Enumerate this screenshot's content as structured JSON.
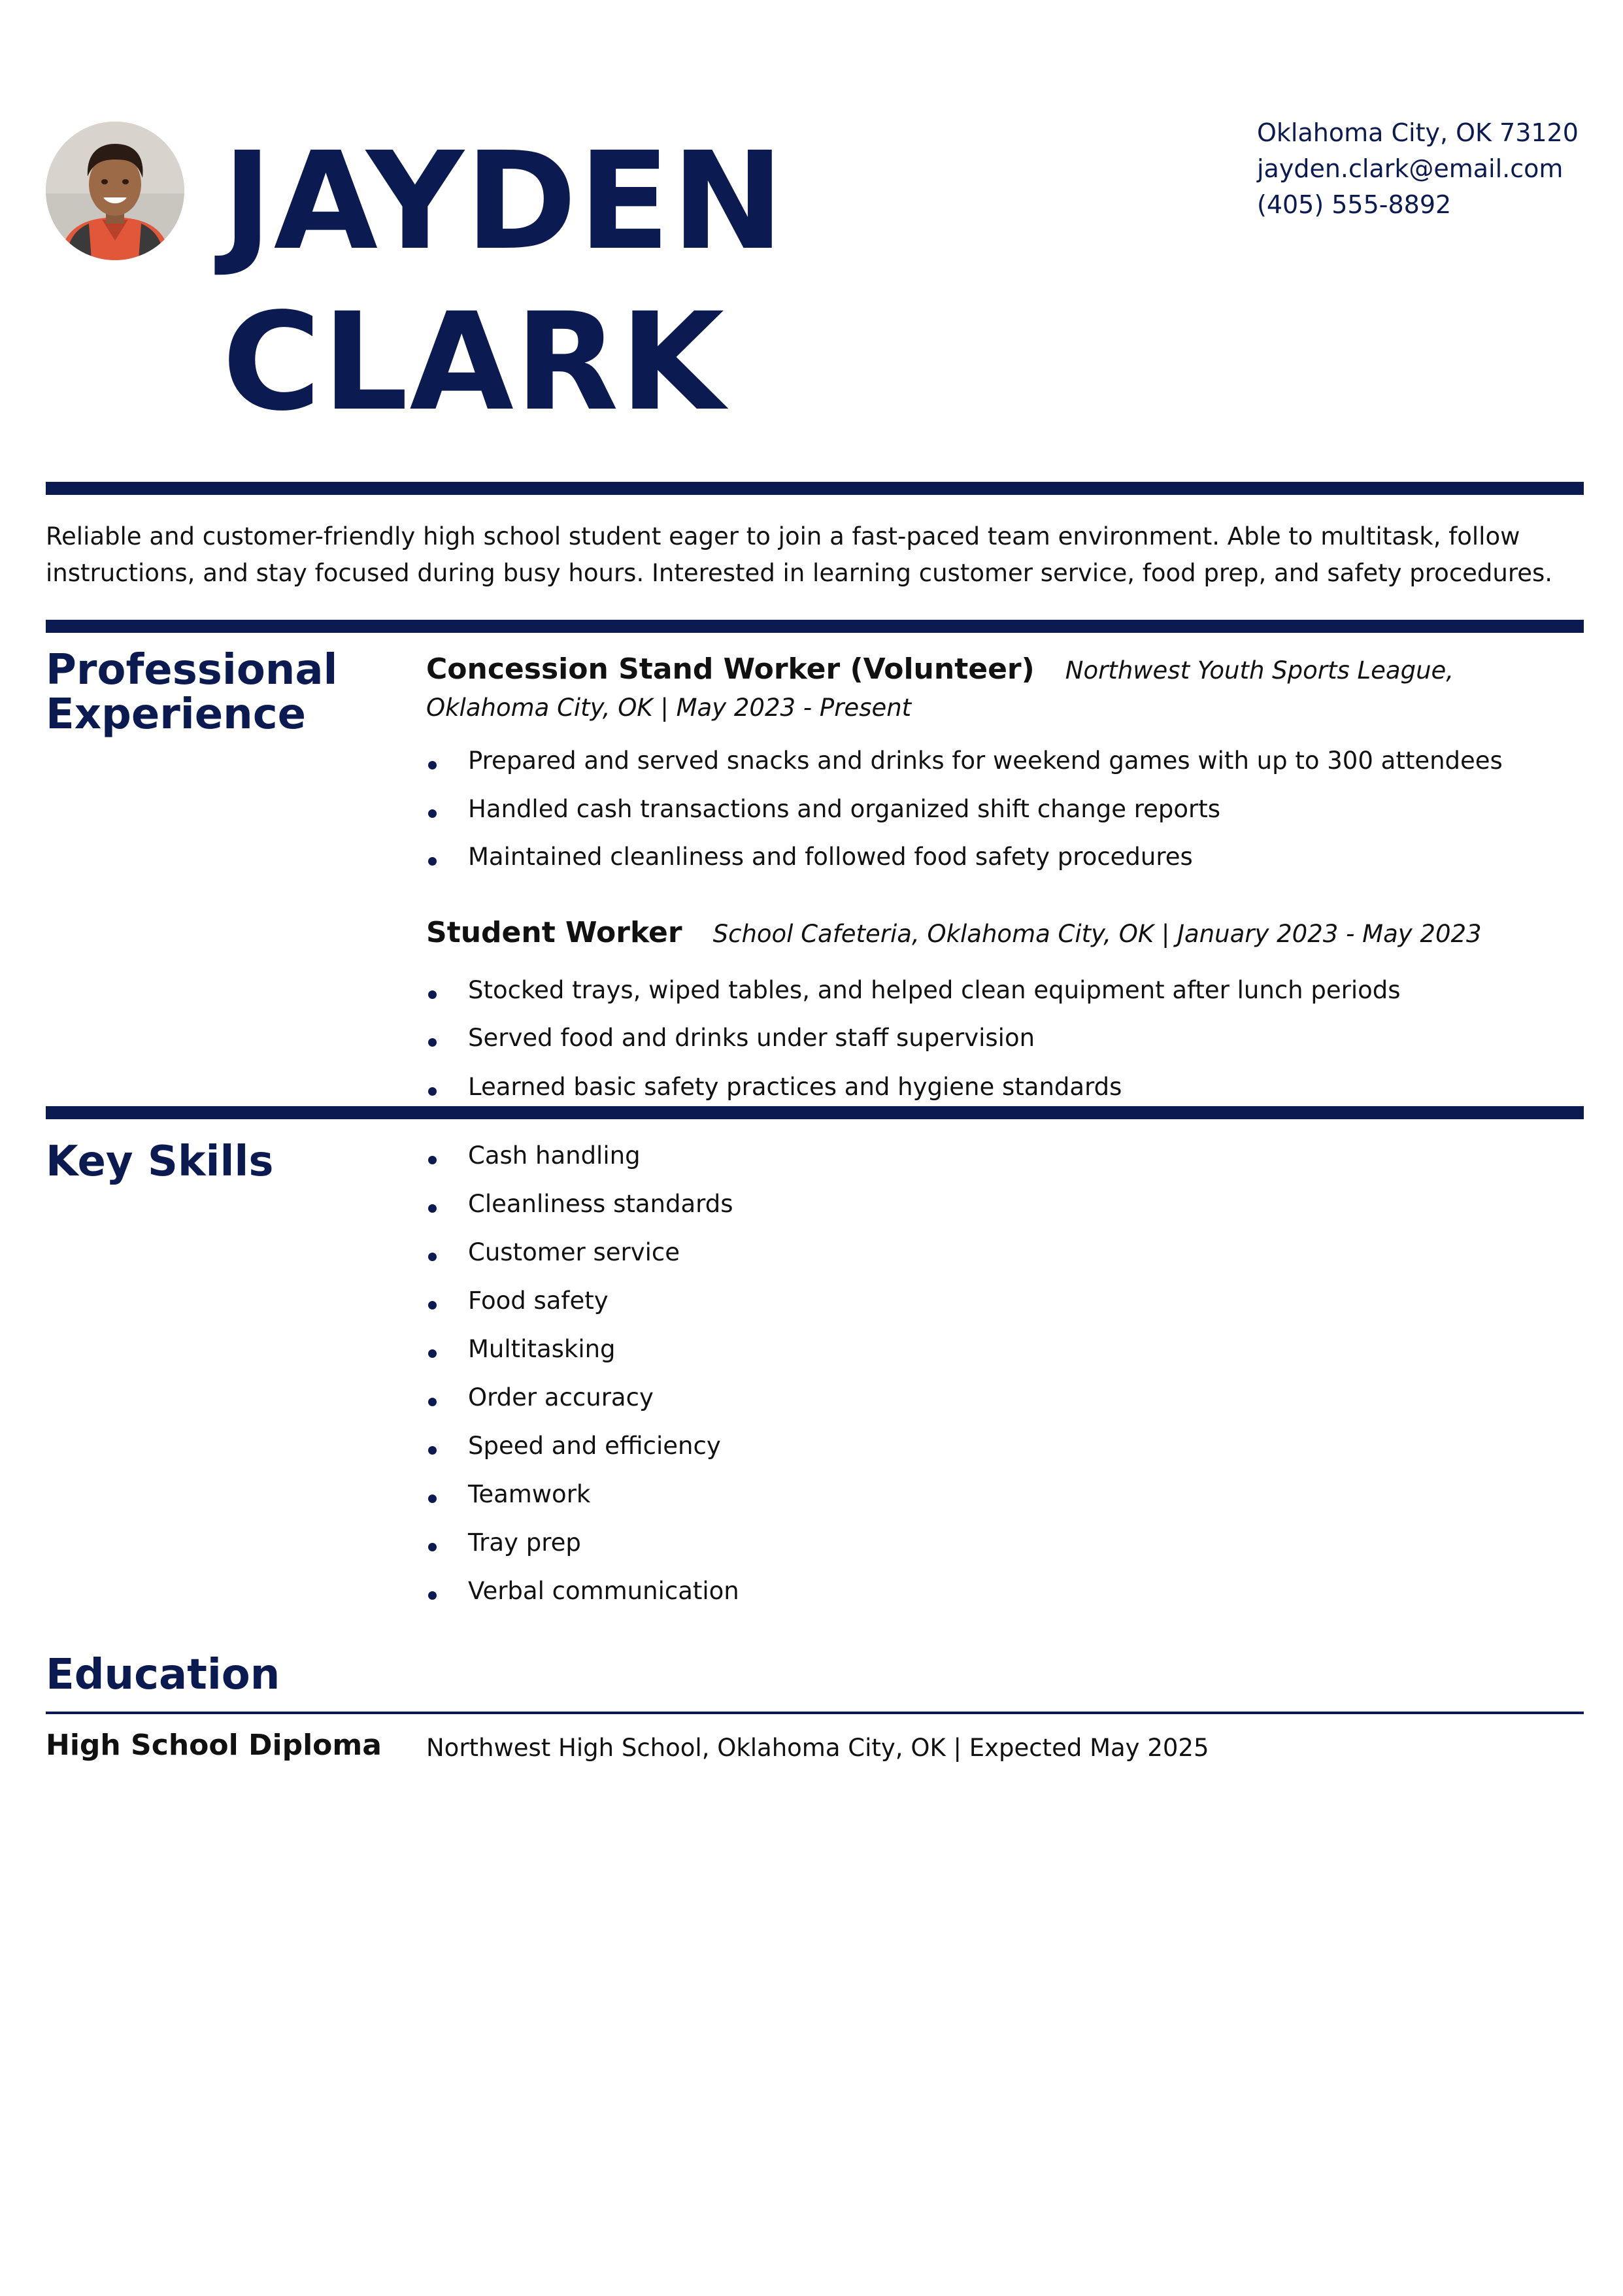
{
  "header": {
    "first_name": "JAYDEN",
    "last_name": "CLARK",
    "photo_icon": "portrait-photo"
  },
  "contact": {
    "address": "Oklahoma City, OK 73120",
    "email": "jayden.clark@email.com",
    "phone": "(405) 555-8892"
  },
  "summary": "Reliable and customer-friendly high school student eager to join a fast-paced team environment. Able to multitask, follow instructions, and stay focused during busy hours. Interested in learning customer service, food prep, and safety procedures.",
  "experience": {
    "title_line1": "Professional",
    "title_line2": "Experience",
    "jobs": [
      {
        "title": "Concession Stand Worker (Volunteer)",
        "meta": "Northwest Youth Sports League, Oklahoma City, OK | May 2023 - Present",
        "bullets": [
          "Prepared and served snacks and drinks for weekend games with up to 300 attendees",
          "Handled cash transactions and organized shift change reports",
          "Maintained cleanliness and followed food safety procedures"
        ]
      },
      {
        "title": "Student Worker",
        "meta": "School Cafeteria, Oklahoma City, OK | January 2023 - May 2023",
        "bullets": [
          "Stocked trays, wiped tables, and helped clean equipment after lunch periods",
          "Served food and drinks under staff supervision",
          "Learned basic safety practices and hygiene standards"
        ]
      }
    ]
  },
  "skills": {
    "title": "Key Skills",
    "items": [
      "Cash handling",
      "Cleanliness standards",
      "Customer service",
      "Food safety",
      "Multitasking",
      "Order accuracy",
      "Speed and efficiency",
      "Teamwork",
      "Tray prep",
      "Verbal communication"
    ]
  },
  "education": {
    "title": "Education",
    "degree": "High School Diploma",
    "detail": "Northwest High School, Oklahoma City, OK | Expected May 2025"
  },
  "colors": {
    "accent": "#0b1a51",
    "text": "#111111"
  }
}
